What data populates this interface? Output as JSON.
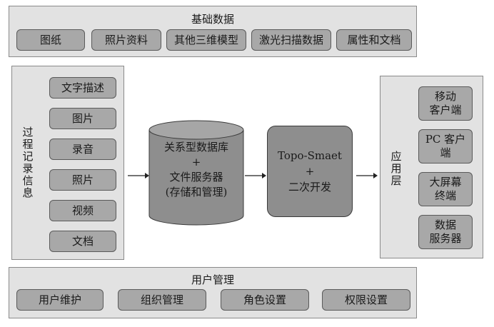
{
  "basic_data": {
    "title": "基础数据",
    "items": [
      "图纸",
      "照片资料",
      "其他三维模型",
      "激光扫描数据",
      "属性和文档"
    ]
  },
  "process_record": {
    "title": "过程记录信息",
    "items": [
      "文字描述",
      "图片",
      "录音",
      "照片",
      "视频",
      "文档"
    ]
  },
  "database": {
    "text": "关系型数据库\n+\n文件服务器\n(存储和管理)"
  },
  "topo": {
    "text": "Topo-Smaet\n+\n二次开发"
  },
  "app_layer": {
    "title": "应用层",
    "items": [
      "移动\n客户端",
      "PC 客户\n端",
      "大屏幕\n终端",
      "数据\n服务器"
    ]
  },
  "user_management": {
    "title": "用户管理",
    "items": [
      "用户维护",
      "组织管理",
      "角色设置",
      "权限设置"
    ]
  }
}
